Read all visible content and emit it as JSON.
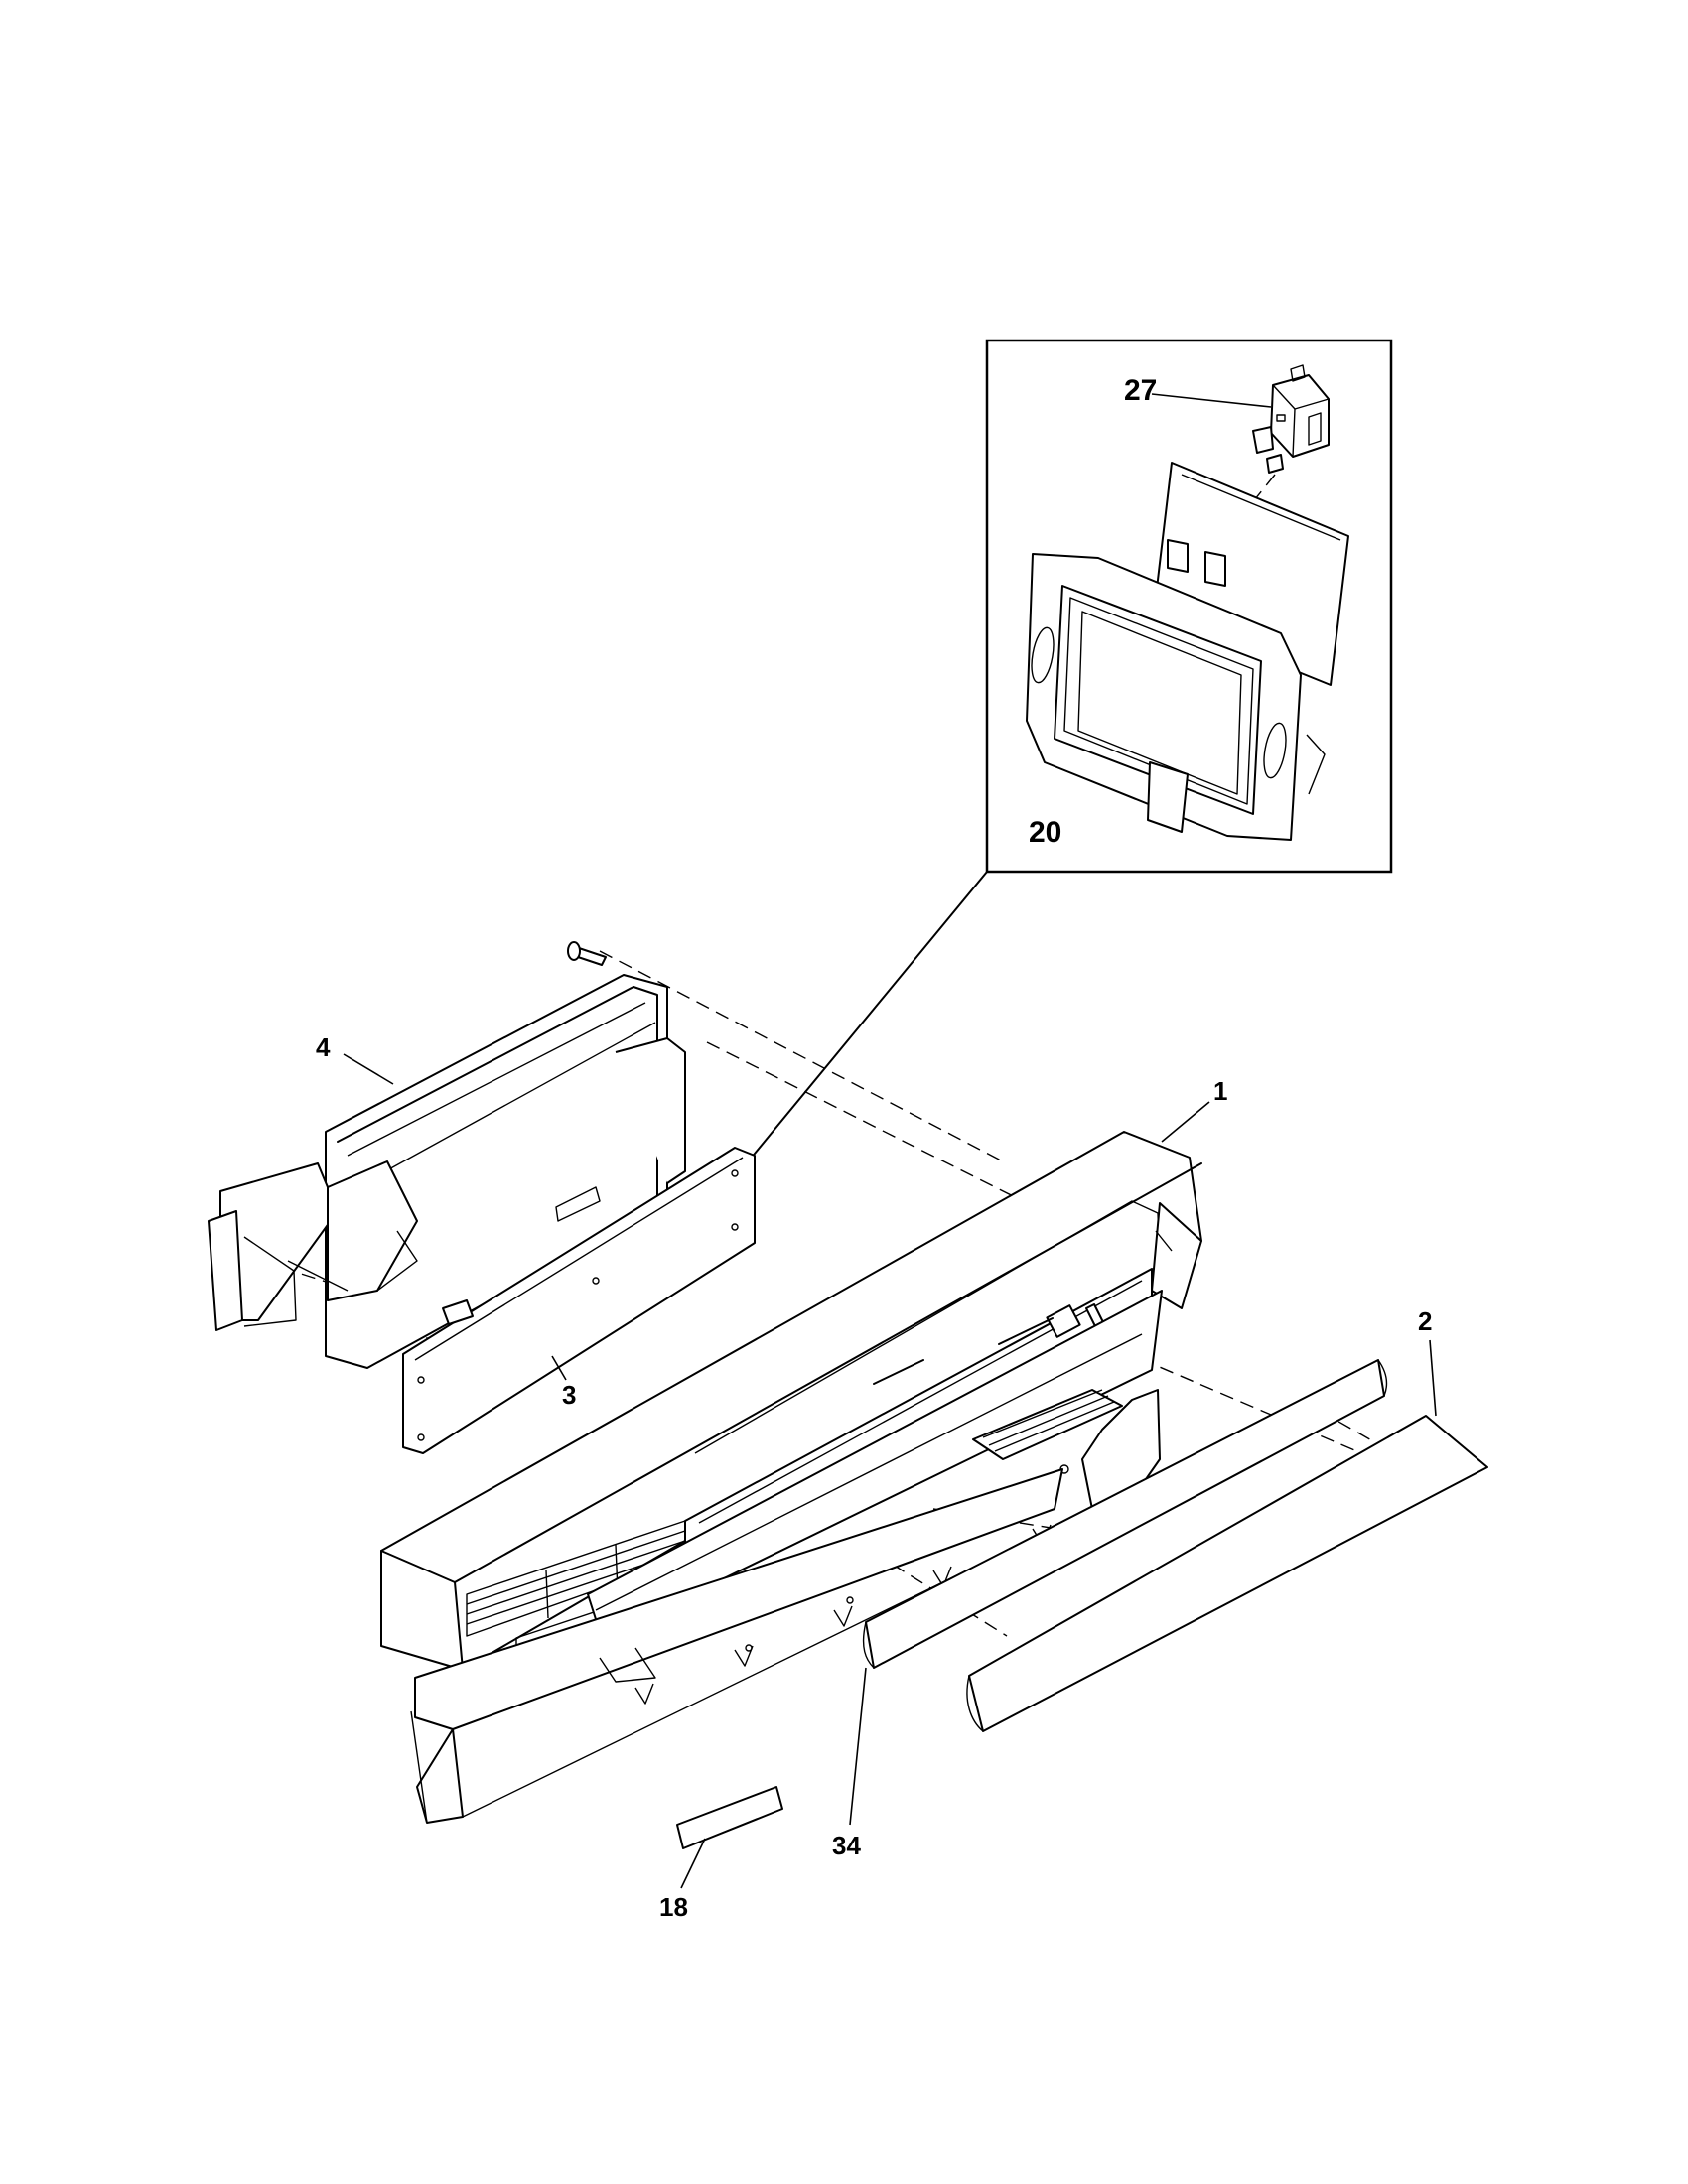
{
  "diagram": {
    "parts": [
      {
        "id": "part-1",
        "label": "1"
      },
      {
        "id": "part-2",
        "label": "2"
      },
      {
        "id": "part-3",
        "label": "3"
      },
      {
        "id": "part-4",
        "label": "4"
      },
      {
        "id": "part-18",
        "label": "18"
      },
      {
        "id": "part-34",
        "label": "34"
      }
    ],
    "inset": {
      "assembly_label": "20",
      "component_label": "27"
    }
  },
  "colors": {
    "line": "#000000",
    "background": "#ffffff"
  }
}
